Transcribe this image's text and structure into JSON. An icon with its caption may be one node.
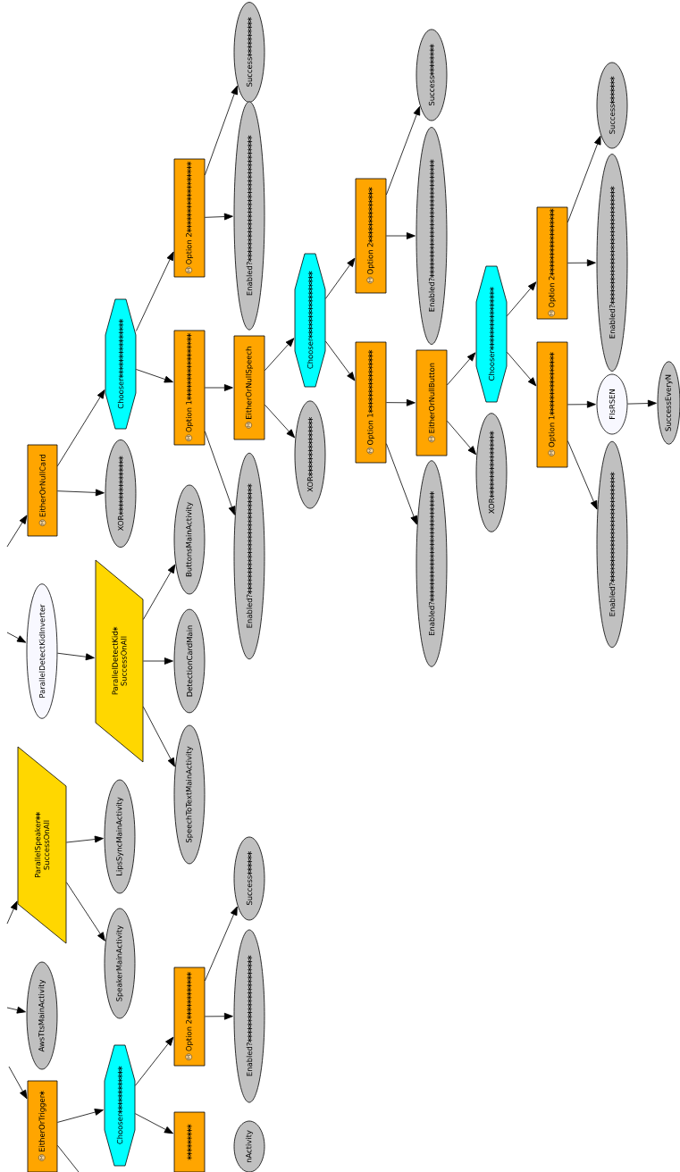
{
  "diagram": {
    "nodes": [
      {
        "text": [
          "EitherOrNullCard"
        ]
      },
      {
        "text": [
          "ParallelDetectKidInverter"
        ]
      },
      {
        "text": [
          "ParallelSpeaker∗∗",
          "SuccessOnAll"
        ]
      },
      {
        "text": [
          "AwsTtsMainActivity"
        ]
      },
      {
        "text": [
          "EitherOrTrigger∗"
        ]
      },
      {
        "text": [
          "Chooser∗∗∗∗∗∗∗∗∗∗∗∗∗∗∗"
        ]
      },
      {
        "text": [
          "XOR∗∗∗∗∗∗∗∗∗∗∗∗∗∗∗"
        ]
      },
      {
        "text": [
          "ParallelDetectKid∗",
          "SuccessOnAll"
        ]
      },
      {
        "text": [
          "LipsSyncMainActivity"
        ]
      },
      {
        "text": [
          "SpeakerMainActivity"
        ]
      },
      {
        "text": [
          "Chooser∗∗∗∗∗∗∗∗∗∗∗∗"
        ]
      },
      {
        "text": [
          "Option 2∗∗∗∗∗∗∗∗∗∗∗∗∗∗∗∗∗∗"
        ]
      },
      {
        "text": [
          "Option 1∗∗∗∗∗∗∗∗∗∗∗∗∗∗∗∗∗"
        ]
      },
      {
        "text": [
          "ButtonsMainActivity"
        ]
      },
      {
        "text": [
          "DetectionCardMain"
        ]
      },
      {
        "text": [
          "SpeechToTextMainActivity"
        ]
      },
      {
        "text": [
          "Option 2∗∗∗∗∗∗∗∗∗∗∗∗"
        ]
      },
      {
        "text": [
          "∗∗∗∗∗∗∗∗∗"
        ]
      },
      {
        "text": [
          "Success∗∗∗∗∗∗∗∗∗∗"
        ]
      },
      {
        "text": [
          "Enabled?∗∗∗∗∗∗∗∗∗∗∗∗∗∗∗∗∗∗∗∗∗∗∗∗∗∗∗∗∗∗∗∗"
        ]
      },
      {
        "text": [
          "EitherOrNullSpeech"
        ]
      },
      {
        "text": [
          "Enabled?∗∗∗∗∗∗∗∗∗∗∗∗∗∗∗∗∗∗∗∗∗∗∗∗∗∗∗∗"
        ]
      },
      {
        "text": [
          "Success∗∗∗∗∗∗"
        ]
      },
      {
        "text": [
          "Enabled?∗∗∗∗∗∗∗∗∗∗∗∗∗∗∗∗∗∗∗∗∗∗"
        ]
      },
      {
        "text": [
          "nActivity"
        ]
      },
      {
        "text": [
          "Chooser∗∗∗∗∗∗∗∗∗∗∗∗∗∗∗∗∗"
        ]
      },
      {
        "text": [
          "XOR∗∗∗∗∗∗∗∗∗∗∗∗∗∗∗"
        ]
      },
      {
        "text": [
          "Option 2∗∗∗∗∗∗∗∗∗∗∗∗∗∗"
        ]
      },
      {
        "text": [
          "Option 1∗∗∗∗∗∗∗∗∗∗∗∗∗∗∗∗"
        ]
      },
      {
        "text": [
          "Success∗∗∗∗∗∗∗∗"
        ]
      },
      {
        "text": [
          "Enabled?∗∗∗∗∗∗∗∗∗∗∗∗∗∗∗∗∗∗∗∗∗∗∗∗∗∗∗∗∗∗"
        ]
      },
      {
        "text": [
          "EitherOrNullButton"
        ]
      },
      {
        "text": [
          "Enabled?∗∗∗∗∗∗∗∗∗∗∗∗∗∗∗∗∗∗∗∗∗∗∗∗∗∗∗∗"
        ]
      },
      {
        "text": [
          "Chooser∗∗∗∗∗∗∗∗∗∗∗∗∗∗∗∗"
        ]
      },
      {
        "text": [
          "XOR∗∗∗∗∗∗∗∗∗∗∗∗∗∗∗∗∗"
        ]
      },
      {
        "text": [
          "Option 2∗∗∗∗∗∗∗∗∗∗∗∗∗∗∗∗∗"
        ]
      },
      {
        "text": [
          "Option 1∗∗∗∗∗∗∗∗∗∗∗∗∗∗∗∗"
        ]
      },
      {
        "text": [
          "Success∗∗∗∗∗∗∗"
        ]
      },
      {
        "text": [
          "Enabled?∗∗∗∗∗∗∗∗∗∗∗∗∗∗∗∗∗∗∗∗∗∗∗∗∗∗∗∗∗∗"
        ]
      },
      {
        "text": [
          "FIsRSEN"
        ]
      },
      {
        "text": [
          "Enabled?∗∗∗∗∗∗∗∗∗∗∗∗∗∗∗∗∗∗∗∗∗∗∗∗∗∗∗∗"
        ]
      },
      {
        "text": [
          "SuccessEveryN"
        ]
      }
    ],
    "edges": [
      {
        "from": null,
        "to": 0,
        "arrow": "to"
      },
      {
        "from": null,
        "to": 1,
        "arrow": "to"
      },
      {
        "from": null,
        "to": 2,
        "arrow": "to"
      },
      {
        "from": null,
        "to": 3,
        "arrow": "to"
      },
      {
        "from": null,
        "to": 4,
        "arrow": "to"
      },
      {
        "from": 4,
        "to": null,
        "arrow": "none"
      },
      {
        "from": 0,
        "to": 5,
        "arrow": "to"
      },
      {
        "from": 0,
        "to": 6,
        "arrow": "to"
      },
      {
        "from": 1,
        "to": 7,
        "arrow": "to"
      },
      {
        "from": 2,
        "to": 8,
        "arrow": "to"
      },
      {
        "from": 2,
        "to": 9,
        "arrow": "to"
      },
      {
        "from": 4,
        "to": 10,
        "arrow": "to"
      },
      {
        "from": 5,
        "to": 11,
        "arrow": "to"
      },
      {
        "from": 5,
        "to": 12,
        "arrow": "to"
      },
      {
        "from": 7,
        "to": 13,
        "arrow": "to"
      },
      {
        "from": 7,
        "to": 14,
        "arrow": "to"
      },
      {
        "from": 7,
        "to": 15,
        "arrow": "to"
      },
      {
        "from": 10,
        "to": 16,
        "arrow": "to"
      },
      {
        "from": 10,
        "to": 17,
        "arrow": "to"
      },
      {
        "from": 11,
        "to": 18,
        "arrow": "to"
      },
      {
        "from": 11,
        "to": 19,
        "arrow": "to"
      },
      {
        "from": 12,
        "to": 20,
        "arrow": "to"
      },
      {
        "from": 12,
        "to": 21,
        "arrow": "to"
      },
      {
        "from": 16,
        "to": 22,
        "arrow": "to"
      },
      {
        "from": 16,
        "to": 23,
        "arrow": "to"
      },
      {
        "from": 20,
        "to": 25,
        "arrow": "to"
      },
      {
        "from": 20,
        "to": 26,
        "arrow": "to"
      },
      {
        "from": 25,
        "to": 27,
        "arrow": "to"
      },
      {
        "from": 25,
        "to": 28,
        "arrow": "to"
      },
      {
        "from": 27,
        "to": 29,
        "arrow": "to"
      },
      {
        "from": 27,
        "to": 30,
        "arrow": "to"
      },
      {
        "from": 28,
        "to": 31,
        "arrow": "to"
      },
      {
        "from": 28,
        "to": 32,
        "arrow": "to"
      },
      {
        "from": 31,
        "to": 33,
        "arrow": "to"
      },
      {
        "from": 31,
        "to": 34,
        "arrow": "to"
      },
      {
        "from": 33,
        "to": 35,
        "arrow": "to"
      },
      {
        "from": 33,
        "to": 36,
        "arrow": "to"
      },
      {
        "from": 35,
        "to": 37,
        "arrow": "to"
      },
      {
        "from": 35,
        "to": 38,
        "arrow": "to"
      },
      {
        "from": 36,
        "to": 39,
        "arrow": "to"
      },
      {
        "from": 36,
        "to": 40,
        "arrow": "to"
      },
      {
        "from": 39,
        "to": 41,
        "arrow": "to"
      }
    ]
  }
}
